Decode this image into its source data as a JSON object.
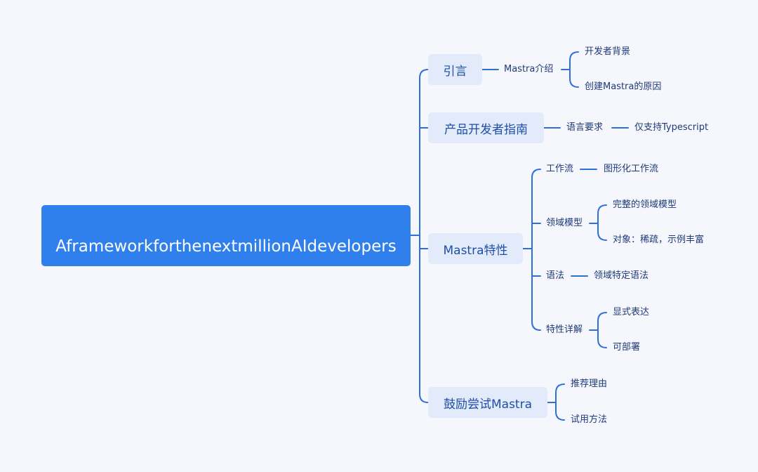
{
  "root": {
    "label": "AframeworkforthenextmillionAIdevelopers"
  },
  "branches": [
    {
      "label": "引言",
      "children": [
        {
          "label": "Mastra介绍",
          "children": [
            {
              "label": "开发者背景"
            },
            {
              "label": "创建Mastra的原因"
            }
          ]
        }
      ]
    },
    {
      "label": "产品开发者指南",
      "children": [
        {
          "label": "语言要求",
          "children": [
            {
              "label": "仅支持Typescript"
            }
          ]
        }
      ]
    },
    {
      "label": "Mastra特性",
      "children": [
        {
          "label": "工作流",
          "children": [
            {
              "label": "图形化工作流"
            }
          ]
        },
        {
          "label": "领域模型",
          "children": [
            {
              "label": "完整的领域模型"
            },
            {
              "label": "对象：稀疏，示例丰富"
            }
          ]
        },
        {
          "label": "语法",
          "children": [
            {
              "label": "领域特定语法"
            }
          ]
        },
        {
          "label": "特性详解",
          "children": [
            {
              "label": "显式表达"
            },
            {
              "label": "可部署"
            }
          ]
        }
      ]
    },
    {
      "label": "鼓励尝试Mastra",
      "children": [
        {
          "label": "推荐理由"
        },
        {
          "label": "试用方法"
        }
      ]
    }
  ],
  "colors": {
    "background": "#f5f7fd",
    "root_fill": "#2f80ed",
    "branch_fill": "#e3ebfb",
    "connector": "#2f6fd8",
    "text_dark": "#1f3a78"
  }
}
